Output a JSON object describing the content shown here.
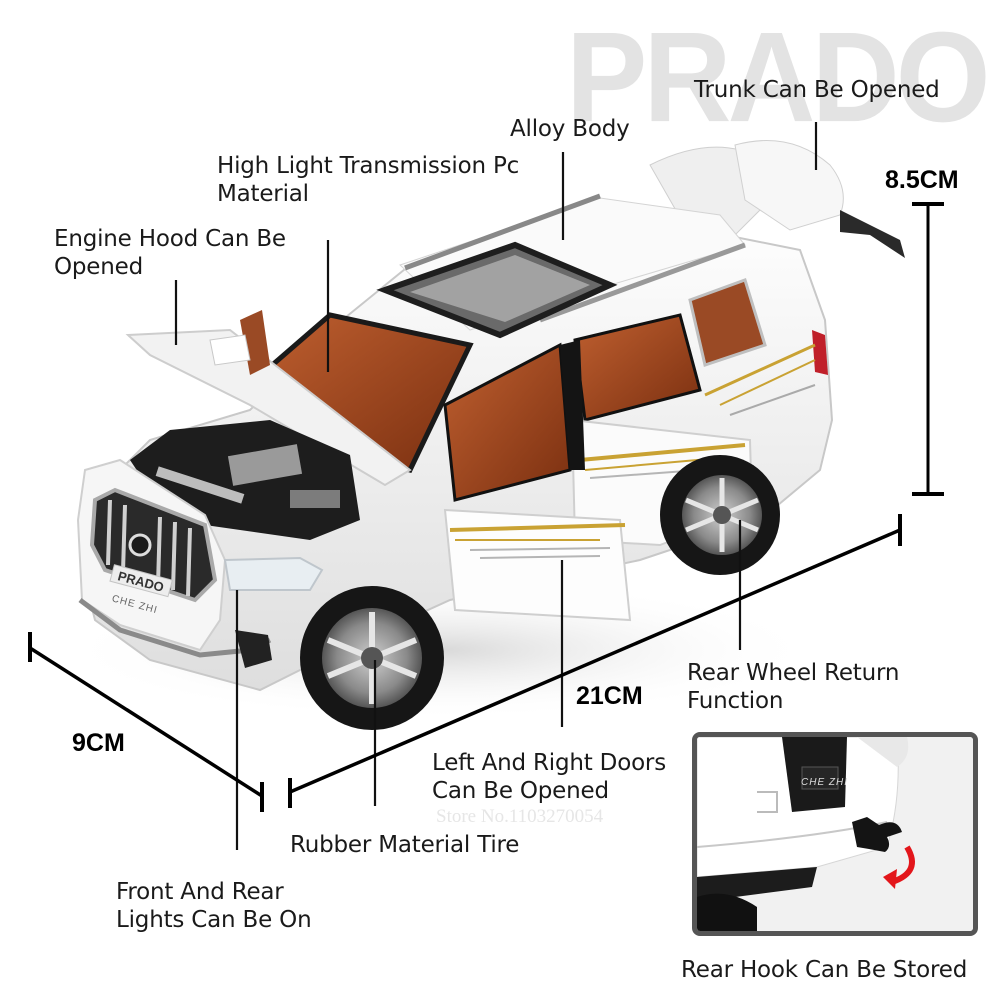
{
  "brand_watermark": "PRADO",
  "store_watermark": "Store No.1103270054",
  "features": {
    "trunk": "Trunk Can Be Opened",
    "alloy_body": "Alloy Body",
    "pc_material_line1": "High Light Transmission Pc",
    "pc_material_line2": "Material",
    "engine_hood_line1": "Engine Hood Can Be",
    "engine_hood_line2": "Opened",
    "rear_wheel_line1": "Rear Wheel Return",
    "rear_wheel_line2": "Function",
    "doors_line1": "Left And Right Doors",
    "doors_line2": "Can Be Opened",
    "tire": "Rubber Material Tire",
    "lights_line1": "Front And Rear",
    "lights_line2": "Lights Can Be On",
    "rear_hook": "Rear Hook Can Be Stored"
  },
  "dimensions": {
    "height": "8.5CM",
    "length": "21CM",
    "width": "9CM"
  },
  "car": {
    "front_plate": "PRADO",
    "front_sub_plate": "CHE ZHI",
    "rear_plate": "CHE ZHI"
  },
  "colors": {
    "body": "#f4f4f4",
    "interior": "#a0461e",
    "stripe_gold": "#c9a233",
    "arrow_red": "#e3161b",
    "inset_border": "#555555"
  }
}
